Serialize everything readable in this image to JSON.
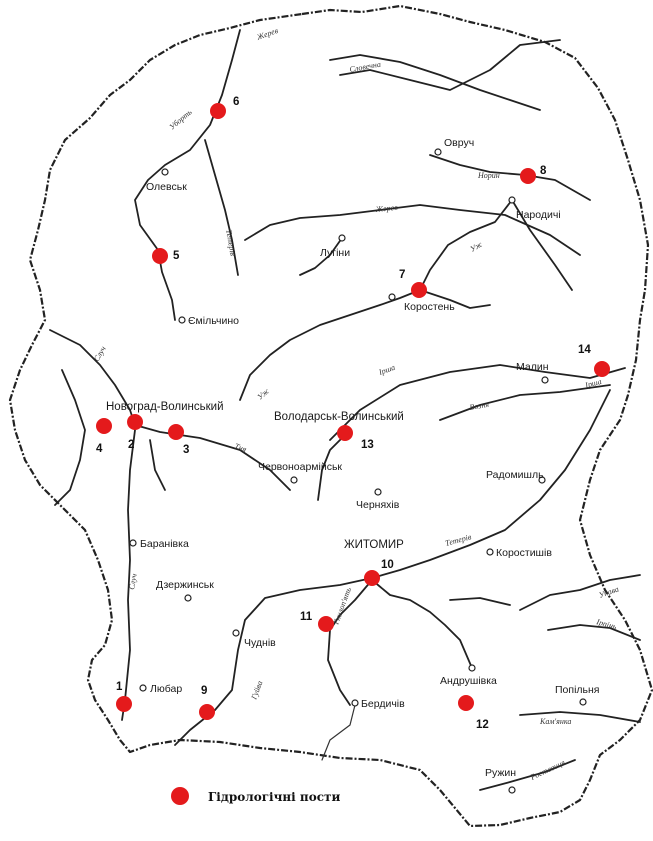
{
  "stations": [
    {
      "number": "1"
    },
    {
      "number": "2"
    },
    {
      "number": "3"
    },
    {
      "number": "4"
    },
    {
      "number": "5"
    },
    {
      "number": "6"
    },
    {
      "number": "7"
    },
    {
      "number": "8"
    },
    {
      "number": "9"
    },
    {
      "number": "10"
    },
    {
      "number": "11"
    },
    {
      "number": "12"
    },
    {
      "number": "13"
    },
    {
      "number": "14"
    }
  ],
  "cities": [
    {
      "name": "Овруч"
    },
    {
      "name": "Олевськ"
    },
    {
      "name": "Народичі"
    },
    {
      "name": "Лугіни"
    },
    {
      "name": "Коростень"
    },
    {
      "name": "Ємільчино"
    },
    {
      "name": "Малин"
    },
    {
      "name": "Новоград-Волинський"
    },
    {
      "name": "Володарськ-Волинський"
    },
    {
      "name": "Червоноармійськ"
    },
    {
      "name": "Черняхів"
    },
    {
      "name": "Радомишль"
    },
    {
      "name": "Баранівка"
    },
    {
      "name": "ЖИТОМИР"
    },
    {
      "name": "Коростишів"
    },
    {
      "name": "Дзержинськ"
    },
    {
      "name": "Чуднів"
    },
    {
      "name": "Любар"
    },
    {
      "name": "Андрушівка"
    },
    {
      "name": "Попільня"
    },
    {
      "name": "Бердичів"
    },
    {
      "name": "Ружин"
    }
  ],
  "rivers": [
    {
      "name": "Жерев"
    },
    {
      "name": "Словечна"
    },
    {
      "name": "Норин"
    },
    {
      "name": "Жерев"
    },
    {
      "name": "Уж"
    },
    {
      "name": "Уборть"
    },
    {
      "name": "Тетерів"
    },
    {
      "name": "Ірша"
    },
    {
      "name": "Случ"
    },
    {
      "name": "Тня"
    },
    {
      "name": "Гуйва"
    },
    {
      "name": "Гнилоп'ять"
    },
    {
      "name": "Тетерів"
    },
    {
      "name": "Случ"
    },
    {
      "name": "Ірша"
    },
    {
      "name": "Уж"
    },
    {
      "name": "Возня"
    },
    {
      "name": "Ірпінь"
    },
    {
      "name": "Унава"
    },
    {
      "name": "Кам'янка"
    },
    {
      "name": "Роставиця"
    }
  ],
  "legend": {
    "label": "Гідрологічні пости"
  },
  "colors": {
    "station": "#e41a1c",
    "line": "#222222"
  }
}
